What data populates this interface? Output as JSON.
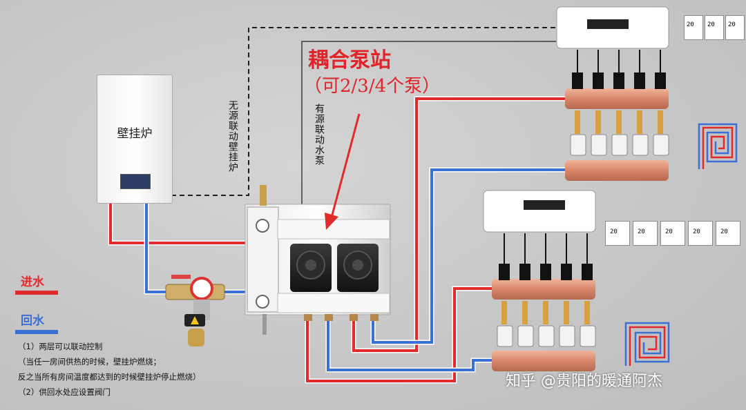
{
  "labels": {
    "boiler": "壁挂炉",
    "station_title": "耦合泵站",
    "station_subtitle": "（可2/3/4个泵）",
    "passive_link": "无源联动壁挂炉",
    "active_link": "有源联动水泵",
    "legend_supply": "进水",
    "legend_return": "回水"
  },
  "notes": [
    "（1）两层可以联动控制",
    "（当任一房间供热的时候，壁挂炉燃烧；",
    "  反之当所有房间温度都达到的时候壁挂炉停止燃烧）",
    "（2）供回水处应设置阀门"
  ],
  "watermark": "知乎 @贵阳的暖通阿杰",
  "thermostat_reading": "20",
  "colors": {
    "supply": "#e32a2a",
    "return": "#3b6fd6",
    "control": "#222222",
    "copper": "#d9876a",
    "panel": "#ffffff"
  }
}
